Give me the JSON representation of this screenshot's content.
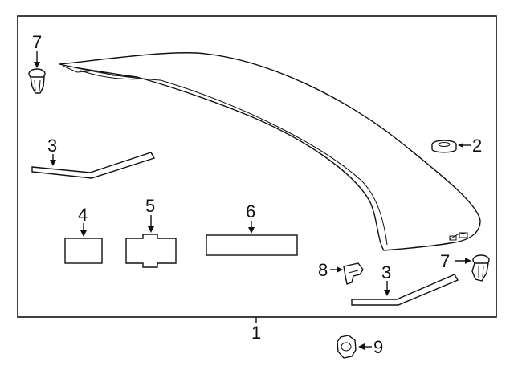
{
  "callouts": {
    "c1": "1",
    "c2": "2",
    "c3a": "3",
    "c3b": "3",
    "c4": "4",
    "c5": "5",
    "c6": "6",
    "c7a": "7",
    "c7b": "7",
    "c8": "8",
    "c9": "9"
  },
  "parts": {
    "spoiler": "spoiler-icon",
    "grommet": "grommet-icon",
    "seal_left": "seal-strip-icon",
    "seal_right": "seal-strip-icon",
    "tape_4": "tape-pad-icon",
    "tape_5": "tape-pad-icon",
    "tape_6": "tape-strip-icon",
    "clip": "push-clip-icon",
    "nut": "nut-icon",
    "bracket": "bracket-icon"
  }
}
